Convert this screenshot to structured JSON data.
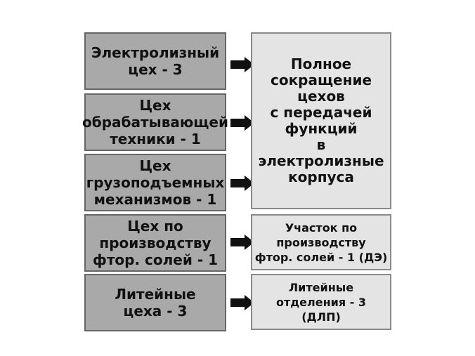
{
  "diagram": {
    "left_boxes": [
      {
        "text": "Электролизный\nцех - 3"
      },
      {
        "text": "Цех\nобрабатывающей\nтехники - 1"
      },
      {
        "text": "Цех\nгрузоподъемных\nмеханизмов - 1"
      },
      {
        "text": "Цех по\nпроизводству\nфтор. солей - 1"
      },
      {
        "text": "Литейные\nцеха - 3"
      }
    ],
    "right_boxes": [
      {
        "text": "Полное\nсокращение\nцехов\nс передачей\nфункций\nв электролизные\nкорпуса"
      },
      {
        "text": "Участок по\nпроизводству\nфтор. солей - 1 (ДЭ)"
      },
      {
        "text": "Литейные\nотделения - 3\n(ДЛП)"
      }
    ],
    "arrow_icon": "arrow-right-icon",
    "colors": {
      "left_fill": "#a9a9a9",
      "left_border": "#666666",
      "right_fill": "#e4e4e4",
      "right_border": "#8a8a8a",
      "arrow": "#111111"
    }
  }
}
